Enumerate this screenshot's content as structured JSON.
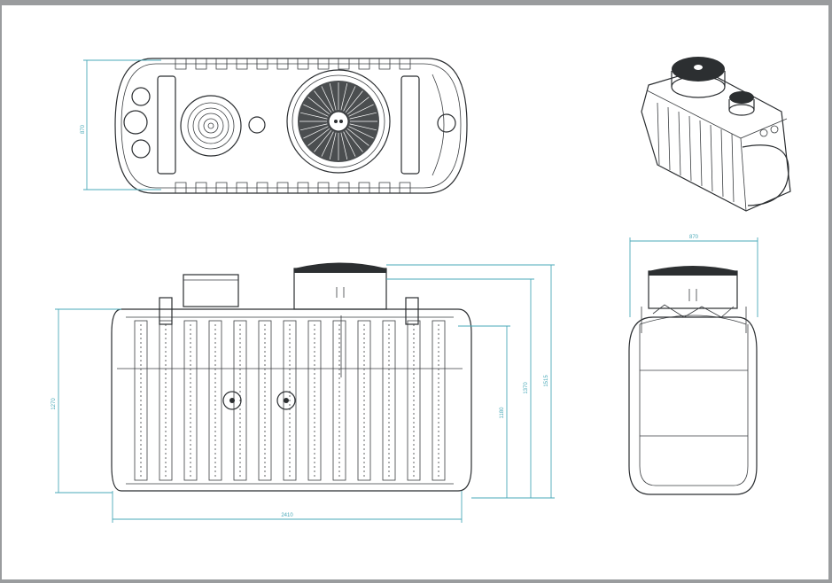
{
  "colors": {
    "background": "#9a9c9e",
    "sheet": "#ffffff",
    "linework": "#2a2d30",
    "dimension": "#4aa9b8"
  },
  "dimensions": {
    "top_view_width": "870",
    "side_view_overall_length": "2410",
    "side_view_body_height": "1270",
    "side_view_inlet_height": "1180",
    "side_view_outlet_height": "1370",
    "side_view_total_height": "1515",
    "end_view_width": "870"
  }
}
